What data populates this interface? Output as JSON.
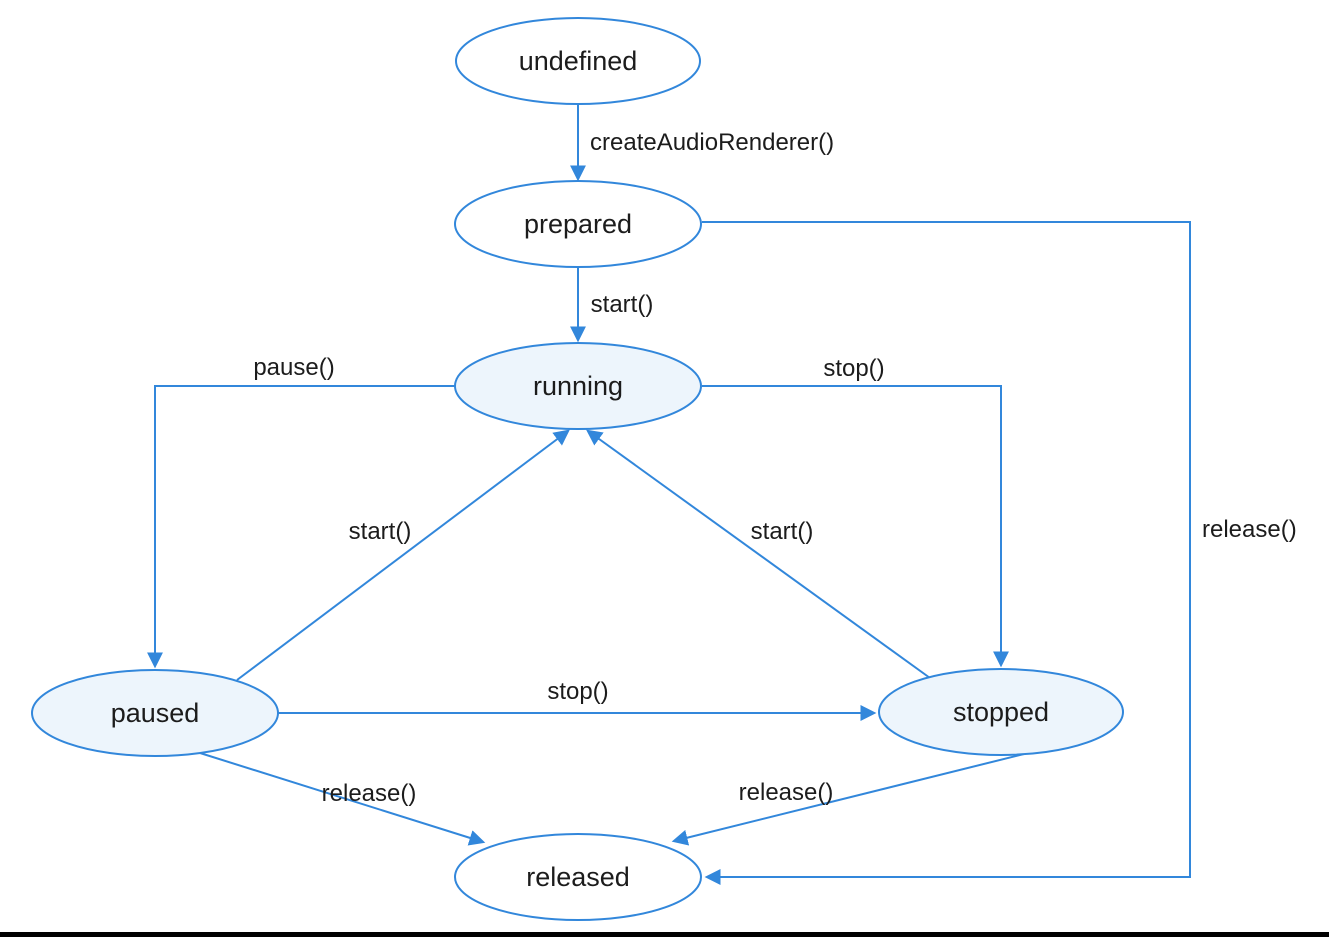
{
  "diagram": {
    "type": "state-machine",
    "background_color": "#ffffff",
    "colors": {
      "node_stroke": "#3287db",
      "node_fill_plain": "#ffffff",
      "node_fill_tinted": "#edf5fc",
      "edge_stroke": "#3287db",
      "label_text": "#1c1c1c",
      "bottom_border": "#000000"
    },
    "states": {
      "undefined": {
        "label": "undefined",
        "filled": false
      },
      "prepared": {
        "label": "prepared",
        "filled": false
      },
      "running": {
        "label": "running",
        "filled": true
      },
      "paused": {
        "label": "paused",
        "filled": true
      },
      "stopped": {
        "label": "stopped",
        "filled": true
      },
      "released": {
        "label": "released",
        "filled": false
      }
    },
    "transitions": {
      "create": {
        "from": "undefined",
        "to": "prepared",
        "label": "createAudioRenderer()"
      },
      "prepared_start": {
        "from": "prepared",
        "to": "running",
        "label": "start()"
      },
      "pause": {
        "from": "running",
        "to": "paused",
        "label": "pause()"
      },
      "running_stop": {
        "from": "running",
        "to": "stopped",
        "label": "stop()"
      },
      "paused_start": {
        "from": "paused",
        "to": "running",
        "label": "start()"
      },
      "stopped_start": {
        "from": "stopped",
        "to": "running",
        "label": "start()"
      },
      "paused_stop": {
        "from": "paused",
        "to": "stopped",
        "label": "stop()"
      },
      "paused_release": {
        "from": "paused",
        "to": "released",
        "label": "release()"
      },
      "stopped_release": {
        "from": "stopped",
        "to": "released",
        "label": "release()"
      },
      "prepared_release": {
        "from": "prepared",
        "to": "released",
        "label": "release()"
      }
    }
  }
}
